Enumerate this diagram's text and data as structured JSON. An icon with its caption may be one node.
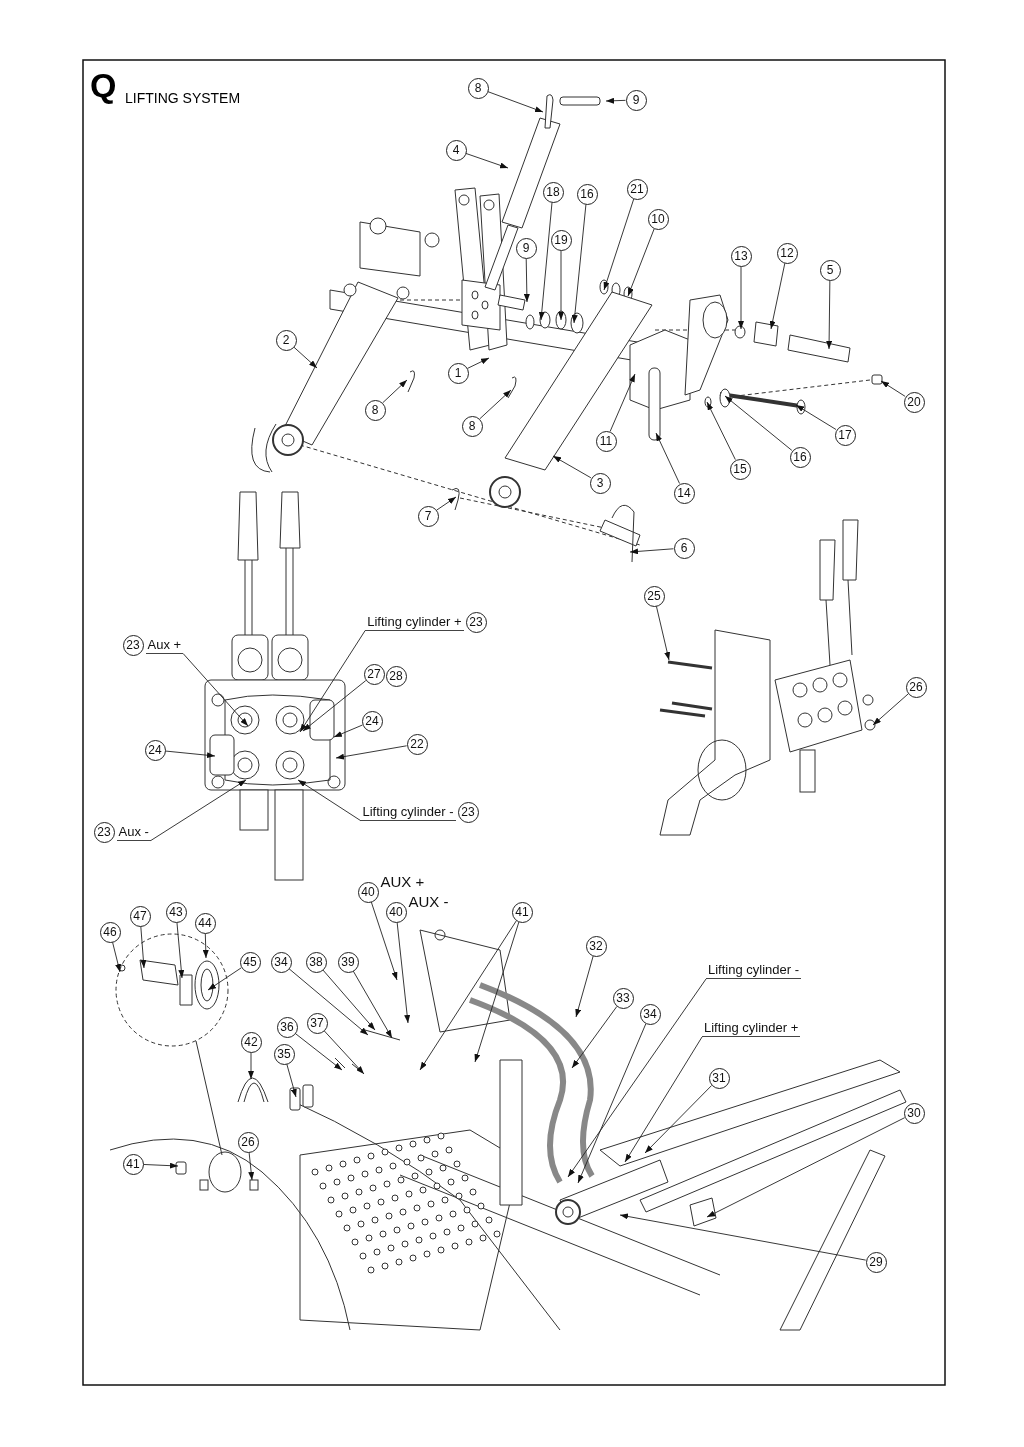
{
  "diagram": {
    "title": "LIFTING SYSTEM",
    "nodes": [
      {
        "text": [
          "8"
        ]
      },
      {
        "text": [
          "9"
        ]
      },
      {
        "text": [
          "4"
        ]
      },
      {
        "text": [
          "18"
        ]
      },
      {
        "text": [
          "16"
        ]
      },
      {
        "text": [
          "21"
        ]
      },
      {
        "text": [
          "10"
        ]
      },
      {
        "text": [
          "9"
        ]
      },
      {
        "text": [
          "19"
        ]
      },
      {
        "text": [
          "13"
        ]
      },
      {
        "text": [
          "12"
        ]
      },
      {
        "text": [
          "5"
        ]
      },
      {
        "text": [
          "2"
        ]
      },
      {
        "text": [
          "1"
        ]
      },
      {
        "text": [
          "8"
        ]
      },
      {
        "text": [
          "20"
        ]
      },
      {
        "text": [
          "8"
        ]
      },
      {
        "text": [
          "17"
        ]
      },
      {
        "text": [
          "11"
        ]
      },
      {
        "text": [
          "16"
        ]
      },
      {
        "text": [
          "15"
        ]
      },
      {
        "text": [
          "3"
        ]
      },
      {
        "text": [
          "14"
        ]
      },
      {
        "text": [
          "7"
        ]
      },
      {
        "text": [
          "6"
        ]
      },
      {
        "text": [
          "25"
        ]
      },
      {
        "text": [
          "23"
        ],
        "beside": [
          "Lifting cylinder +"
        ]
      },
      {
        "text": [
          "23"
        ],
        "beside": [
          "Aux +"
        ]
      },
      {
        "text": [
          "27"
        ]
      },
      {
        "text": [
          "28"
        ]
      },
      {
        "text": [
          "26"
        ]
      },
      {
        "text": [
          "24"
        ]
      },
      {
        "text": [
          "22"
        ]
      },
      {
        "text": [
          "24"
        ]
      },
      {
        "text": [
          "23"
        ],
        "beside": [
          "Lifting cylinder -"
        ]
      },
      {
        "text": [
          "23"
        ],
        "beside": [
          "Aux -"
        ]
      },
      {
        "text": [
          "40"
        ],
        "beside": [
          "AUX +"
        ]
      },
      {
        "text": [
          "40"
        ],
        "beside": [
          "AUX -"
        ]
      },
      {
        "text": [
          "41"
        ]
      },
      {
        "text": [
          "47"
        ]
      },
      {
        "text": [
          "43"
        ]
      },
      {
        "text": [
          "44"
        ]
      },
      {
        "text": [
          "46"
        ]
      },
      {
        "text": [
          "32"
        ]
      },
      {
        "text": [
          "45"
        ]
      },
      {
        "text": [
          "34"
        ]
      },
      {
        "text": [
          "38"
        ]
      },
      {
        "text": [
          "39"
        ]
      },
      {
        "text": [
          "Lifting cylinder -"
        ]
      },
      {
        "text": [
          "33"
        ]
      },
      {
        "text": [
          "34"
        ]
      },
      {
        "text": [
          "42"
        ]
      },
      {
        "text": [
          "36"
        ]
      },
      {
        "text": [
          "37"
        ]
      },
      {
        "text": [
          "Lifting cylinder +"
        ]
      },
      {
        "text": [
          "35"
        ]
      },
      {
        "text": [
          "31"
        ]
      },
      {
        "text": [
          "30"
        ]
      },
      {
        "text": [
          "26"
        ]
      },
      {
        "text": [
          "41"
        ]
      },
      {
        "text": [
          "29"
        ]
      }
    ],
    "edges": [
      {
        "from": 0,
        "to": null,
        "arrow": "to"
      },
      {
        "from": 1,
        "to": null,
        "arrow": "to"
      },
      {
        "from": 2,
        "to": null,
        "arrow": "to"
      },
      {
        "from": 3,
        "to": null,
        "arrow": "to"
      },
      {
        "from": 4,
        "to": null,
        "arrow": "to"
      },
      {
        "from": 5,
        "to": null,
        "arrow": "to"
      },
      {
        "from": 6,
        "to": null,
        "arrow": "to"
      },
      {
        "from": 7,
        "to": null,
        "arrow": "to"
      },
      {
        "from": 8,
        "to": null,
        "arrow": "to"
      },
      {
        "from": 9,
        "to": null,
        "arrow": "to"
      },
      {
        "from": 10,
        "to": null,
        "arrow": "to"
      },
      {
        "from": 11,
        "to": null,
        "arrow": "to"
      },
      {
        "from": 12,
        "to": null,
        "arrow": "to"
      },
      {
        "from": 13,
        "to": null,
        "arrow": "to"
      },
      {
        "from": 14,
        "to": null,
        "arrow": "to"
      },
      {
        "from": 15,
        "to": null,
        "arrow": "to"
      },
      {
        "from": 16,
        "to": null,
        "arrow": "to"
      },
      {
        "from": 17,
        "to": null,
        "arrow": "to"
      },
      {
        "from": 18,
        "to": null,
        "arrow": "to"
      },
      {
        "from": 19,
        "to": null,
        "arrow": "to"
      },
      {
        "from": 20,
        "to": null,
        "arrow": "to"
      },
      {
        "from": 21,
        "to": null,
        "arrow": "to"
      },
      {
        "from": 22,
        "to": null,
        "arrow": "to"
      },
      {
        "from": 23,
        "to": null,
        "arrow": "to"
      },
      {
        "from": 24,
        "to": null,
        "arrow": "to"
      },
      {
        "from": 25,
        "to": null,
        "arrow": "to"
      },
      {
        "from": 26,
        "to": null,
        "arrow": "to"
      },
      {
        "from": 27,
        "to": null,
        "arrow": "to"
      },
      {
        "from": 28,
        "to": null,
        "arrow": "to"
      },
      {
        "from": 30,
        "to": null,
        "arrow": "to"
      },
      {
        "from": 31,
        "to": null,
        "arrow": "to"
      },
      {
        "from": 32,
        "to": null,
        "arrow": "to"
      },
      {
        "from": 33,
        "to": null,
        "arrow": "to"
      },
      {
        "from": 34,
        "to": null,
        "arrow": "to"
      },
      {
        "from": 35,
        "to": null,
        "arrow": "to"
      },
      {
        "from": 36,
        "to": null,
        "arrow": "to"
      },
      {
        "from": 37,
        "to": null,
        "arrow": "to"
      },
      {
        "from": 38,
        "to": null,
        "arrow": "to"
      },
      {
        "from": 38,
        "to": null,
        "arrow": "to"
      },
      {
        "from": 39,
        "to": null,
        "arrow": "to"
      },
      {
        "from": 40,
        "to": null,
        "arrow": "to"
      },
      {
        "from": 41,
        "to": null,
        "arrow": "to"
      },
      {
        "from": 42,
        "to": null,
        "arrow": "to"
      },
      {
        "from": 43,
        "to": null,
        "arrow": "to"
      },
      {
        "from": 44,
        "to": null,
        "arrow": "to"
      },
      {
        "from": 45,
        "to": null,
        "arrow": "to"
      },
      {
        "from": 46,
        "to": null,
        "arrow": "to"
      },
      {
        "from": 47,
        "to": null,
        "arrow": "to"
      },
      {
        "from": 48,
        "to": null,
        "arrow": "to"
      },
      {
        "from": 49,
        "to": null,
        "arrow": "to"
      },
      {
        "from": 50,
        "to": null,
        "arrow": "to"
      },
      {
        "from": 51,
        "to": null,
        "arrow": "to"
      },
      {
        "from": 52,
        "to": null,
        "arrow": "to"
      },
      {
        "from": 53,
        "to": null,
        "arrow": "to"
      },
      {
        "from": 54,
        "to": null,
        "arrow": "to"
      },
      {
        "from": 55,
        "to": null,
        "arrow": "to"
      },
      {
        "from": 56,
        "to": null,
        "arrow": "to"
      },
      {
        "from": 57,
        "to": null,
        "arrow": "to"
      },
      {
        "from": 58,
        "to": null,
        "arrow": "to"
      },
      {
        "from": 59,
        "to": null,
        "arrow": "to"
      },
      {
        "from": 60,
        "to": null,
        "arrow": "to"
      }
    ],
    "labels": [
      "Q"
    ]
  }
}
